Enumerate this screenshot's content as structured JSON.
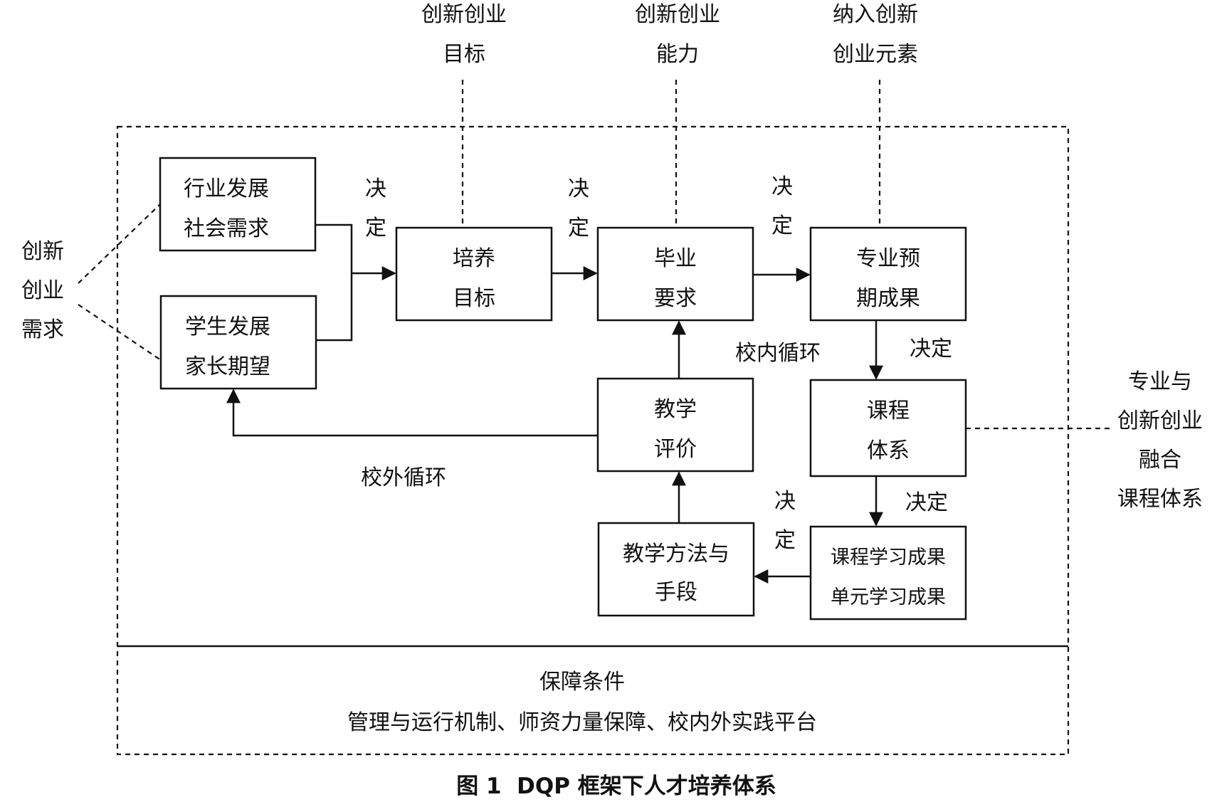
{
  "outside": {
    "demand": [
      "创新",
      "创业",
      "需求"
    ],
    "top_goal": [
      "创新创业",
      "目标"
    ],
    "top_ability": [
      "创新创业",
      "能力"
    ],
    "top_elements": [
      "纳入创新",
      "创业元素"
    ],
    "right_system": [
      "专业与",
      "创新创业",
      "融合",
      "课程体系"
    ]
  },
  "nodes": {
    "industry": [
      "行业发展",
      "社会需求"
    ],
    "student": [
      "学生发展",
      "家长期望"
    ],
    "training_goal": [
      "培养",
      "目标"
    ],
    "graduation": [
      "毕业",
      "要求"
    ],
    "outcomes": [
      "专业预",
      "期成果"
    ],
    "curriculum": [
      "课程",
      "体系"
    ],
    "evaluation": [
      "教学",
      "评价"
    ],
    "methods": [
      "教学方法与",
      "手段"
    ],
    "learning": [
      "课程学习成果",
      "单元学习成果"
    ]
  },
  "labels": {
    "decide_1": [
      "决",
      "定"
    ],
    "decide_2": [
      "决",
      "定"
    ],
    "decide_3": [
      "决",
      "定"
    ],
    "decide_4": "决定",
    "decide_5": "决定",
    "decide_6": [
      "决",
      "定"
    ],
    "inner_loop": "校内循环",
    "outer_loop": "校外循环"
  },
  "support": {
    "title": "保障条件",
    "detail": "管理与运行机制、师资力量保障、校内外实践平台"
  },
  "caption": "图 1  DQP 框架下人才培养体系"
}
